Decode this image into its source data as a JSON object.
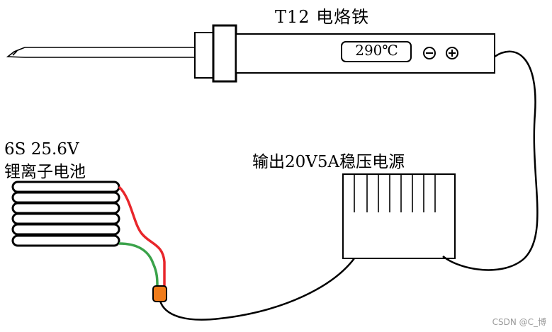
{
  "iron": {
    "title": "T12 电烙铁",
    "temperature": "290℃",
    "minus_button": "⊖",
    "plus_button": "⊕"
  },
  "battery": {
    "line1": "6S 25.6V",
    "line2": "锂离子电池"
  },
  "power_supply": {
    "label": "输出20V5A稳压电源"
  },
  "colors": {
    "red_wire": "#e8262b",
    "green_wire": "#3aa24a",
    "connector": "#f07c1b",
    "outline": "#000000"
  },
  "watermark": "CSDN @C_博"
}
